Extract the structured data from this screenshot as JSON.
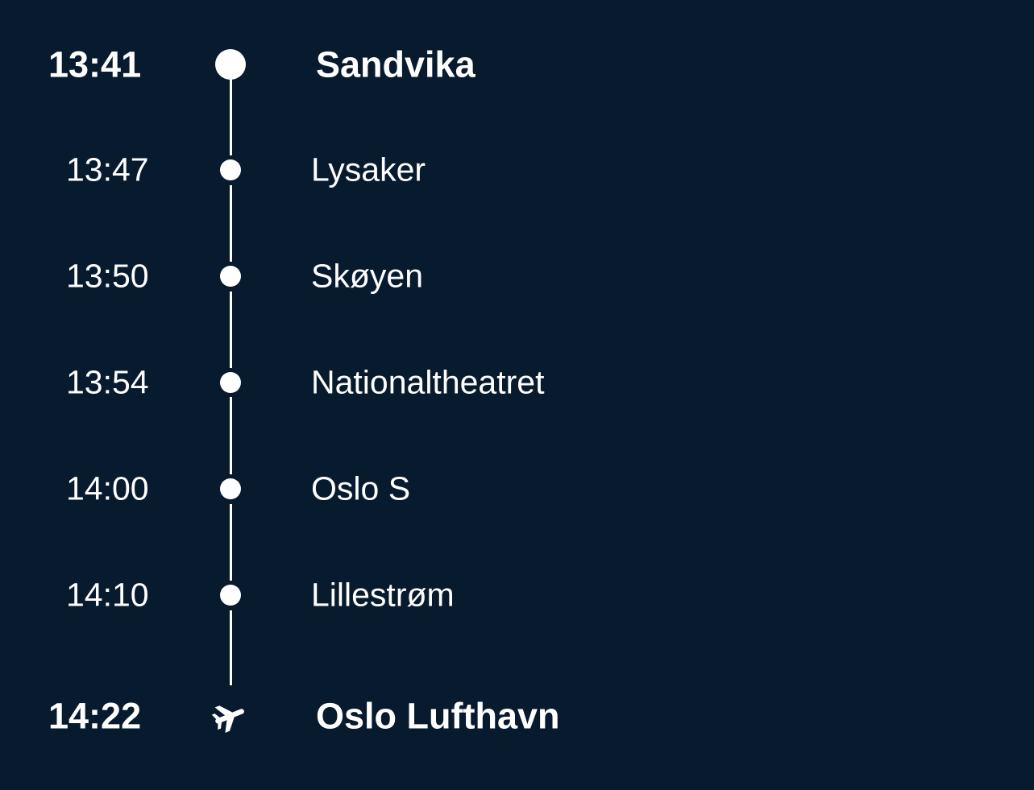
{
  "colors": {
    "background": "#071a2e",
    "foreground": "#ffffff"
  },
  "stops": [
    {
      "time": "13:41",
      "name": "Sandvika",
      "type": "origin"
    },
    {
      "time": "13:47",
      "name": "Lysaker",
      "type": "intermediate"
    },
    {
      "time": "13:50",
      "name": "Skøyen",
      "type": "intermediate"
    },
    {
      "time": "13:54",
      "name": "Nationaltheatret",
      "type": "intermediate"
    },
    {
      "time": "14:00",
      "name": "Oslo S",
      "type": "intermediate"
    },
    {
      "time": "14:10",
      "name": "Lillestrøm",
      "type": "intermediate"
    },
    {
      "time": "14:22",
      "name": "Oslo Lufthavn",
      "type": "destination",
      "icon": "airplane-icon"
    }
  ]
}
